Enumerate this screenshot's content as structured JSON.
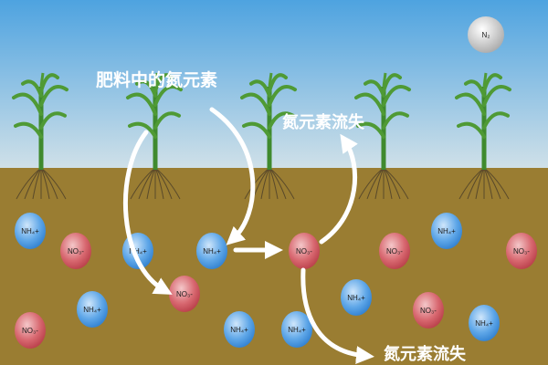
{
  "labels": {
    "fertilizer_nitrogen": "肥料中的氮元素",
    "nitrogen_loss_air": "氮元素流失",
    "nitrogen_loss_leach": "氮元素流失"
  },
  "gas": {
    "n2": "N₂"
  },
  "ions": {
    "ammonium": "NH₄+",
    "nitrate": "NO₃-"
  },
  "colors": {
    "sky_top": "#4ea3e0",
    "sky_bottom": "#cfe0e8",
    "soil": "#9a7d32",
    "ammonium": "#3d8fdc",
    "nitrate": "#d0505a",
    "plant": "#3f8a2e"
  }
}
